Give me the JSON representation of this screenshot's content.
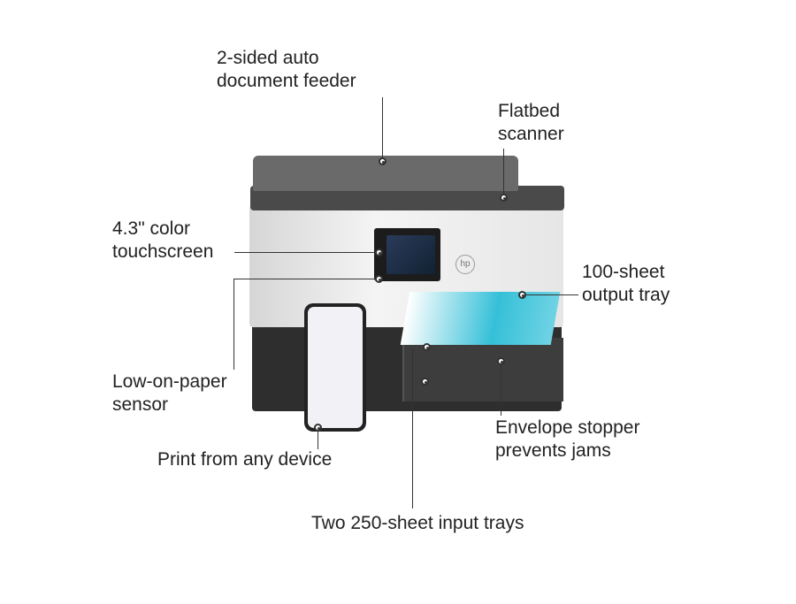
{
  "callouts": {
    "adf": [
      "2-sided auto",
      "document feeder"
    ],
    "scanner": [
      "Flatbed",
      "scanner"
    ],
    "touchscreen": [
      "4.3\" color",
      "touchscreen"
    ],
    "output_tray": [
      "100-sheet",
      "output tray"
    ],
    "sensor": [
      "Low-on-paper",
      "sensor"
    ],
    "device": "Print from any device",
    "envelope": [
      "Envelope stopper",
      "prevents jams"
    ],
    "input_trays": "Two 250-sheet input trays"
  },
  "brand": "hp",
  "colors": {
    "body": "#eeeeee",
    "dark": "#3a3a3a",
    "accent": "#35c0d8"
  }
}
